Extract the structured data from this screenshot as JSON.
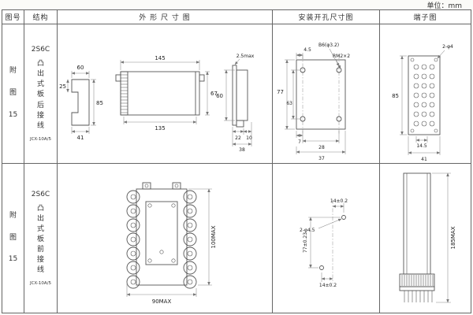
{
  "unit_label": "单位：mm",
  "columns": {
    "fig": "图号",
    "struct": "结构",
    "outline": "外 形 尺 寸 图",
    "mount": "安装开孔尺寸图",
    "terminal": "端子图"
  },
  "rows": [
    {
      "fig_no": "附\n图\n15",
      "model_type": "2S6C",
      "structure": "凸出式板后接线",
      "model": "JCX-10A/5",
      "outline": {
        "side_top": "60",
        "side_left": "25",
        "side_right": "85",
        "side_bottom": "41",
        "front_top": "145",
        "front_right": "67",
        "front_bottom": "135",
        "panel_top": "2.5max",
        "panel_left": "60",
        "panel_b1": "22",
        "panel_b2": "10",
        "panel_b3": "38"
      },
      "mount": {
        "t1": "4.5",
        "t2": "B6(φ3.2)",
        "t3": "RM2×2",
        "left1": "77",
        "left2": "63",
        "b1": "7",
        "b2": "28",
        "b3": "37"
      },
      "terminal": {
        "holes": "2-φ4",
        "left": "85",
        "b1": "14.5",
        "b2": "41"
      }
    },
    {
      "fig_no": "附\n图\n15",
      "model_type": "2S6C",
      "structure": "凸出式板前接线",
      "model": "JCX-10A/5",
      "outline": {
        "right": "100MAX",
        "bottom": "90MAX"
      },
      "mount": {
        "top": "14±0.2",
        "holes": "2-φ4.5",
        "left": "77±0.23",
        "bottom": "14±0.2"
      },
      "terminal": {
        "right": "185MAX"
      }
    }
  ]
}
